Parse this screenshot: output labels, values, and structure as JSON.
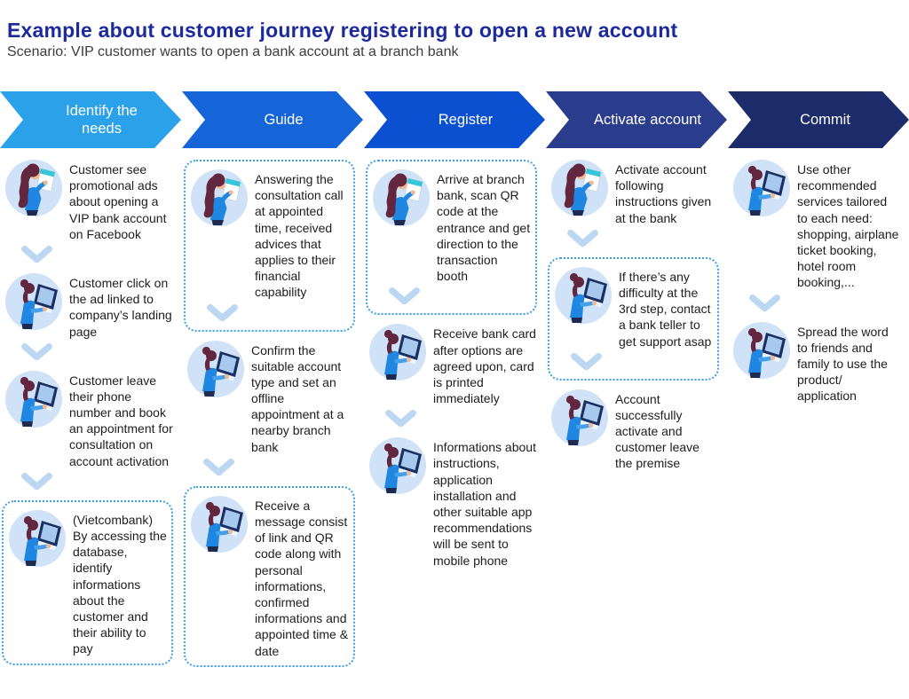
{
  "header": {
    "title": "Example about customer journey registering to open a new account",
    "subtitle": "Scenario: VIP customer wants to open a bank account at a branch bank"
  },
  "colors": {
    "title_text": "#1d2a9c",
    "body_text": "#1d1d1d",
    "stage_label_text": "#ffffff",
    "chevron_arrow": "#bcd7f2",
    "dotted_box_border": "#3aa0e4",
    "icon_circle_bg": "#cfe2f7",
    "icon_shirt": "#1f87e2",
    "icon_hair": "#63263f"
  },
  "stages": [
    {
      "label": "Identify the needs",
      "color": "#2aa1e8"
    },
    {
      "label": "Guide",
      "color": "#1565d8"
    },
    {
      "label": "Register",
      "color": "#0b50d0"
    },
    {
      "label": "Activate account",
      "color": "#2a3c8c"
    },
    {
      "label": "Commit",
      "color": "#1c2b6a"
    }
  ],
  "columns": [
    {
      "stage": "Identify the needs",
      "steps": [
        {
          "icon": "customer-holding-paper-icon",
          "boxed": false,
          "text": "Customer see promotional ads about opening a VIP bank account on Facebook"
        },
        {
          "icon": "customer-holding-tablet-icon",
          "boxed": false,
          "text": "Customer click on the ad linked to company’s landing page"
        },
        {
          "icon": "customer-holding-tablet-icon",
          "boxed": false,
          "text": "Customer leave their phone number and book an appointment for consultation on account activation"
        },
        {
          "icon": "customer-holding-tablet-icon",
          "boxed": true,
          "text": "(Vietcombank) By accessing the database, identify informations about the customer and their ability to pay"
        }
      ]
    },
    {
      "stage": "Guide",
      "steps": [
        {
          "icon": "customer-holding-paper-icon",
          "boxed": true,
          "text": "Answering the consultation call at appointed time, received advices that applies to their financial capability"
        },
        {
          "icon": "customer-holding-tablet-icon",
          "boxed": false,
          "text": "Confirm the suitable account type and set an offline appointment at a nearby branch bank"
        },
        {
          "icon": "customer-holding-tablet-icon",
          "boxed": true,
          "text": "Receive a message consist of link and QR code along with personal informations, confirmed informations and appointed time & date"
        }
      ]
    },
    {
      "stage": "Register",
      "steps": [
        {
          "icon": "customer-holding-paper-icon",
          "boxed": true,
          "text": "Arrive at branch bank, scan QR code at the entrance and get direction to the transaction booth"
        },
        {
          "icon": "customer-holding-tablet-icon",
          "boxed": false,
          "text": "Receive bank card after options are agreed upon, card is printed immediately"
        },
        {
          "icon": "customer-holding-tablet-icon",
          "boxed": false,
          "text": "Informations about instructions, application installation and other suitable app recommendations will be sent to mobile phone"
        }
      ]
    },
    {
      "stage": "Activate account",
      "steps": [
        {
          "icon": "customer-holding-paper-icon",
          "boxed": false,
          "text": "Activate account following instructions given at the bank"
        },
        {
          "icon": "customer-holding-tablet-icon",
          "boxed": true,
          "text": "If there’s any difficulty at the 3rd step, contact a bank teller to get support asap"
        },
        {
          "icon": "customer-holding-tablet-icon",
          "boxed": false,
          "text": "Account successfully activate and customer leave the premise"
        }
      ]
    },
    {
      "stage": "Commit",
      "steps": [
        {
          "icon": "customer-holding-tablet-icon",
          "boxed": false,
          "text": "Use other recommended services tailored to each need: shopping, airplane ticket booking, hotel room booking,..."
        },
        {
          "icon": "customer-holding-tablet-icon",
          "boxed": false,
          "text": "Spread the word to friends and family to use the product/ application"
        }
      ]
    }
  ]
}
